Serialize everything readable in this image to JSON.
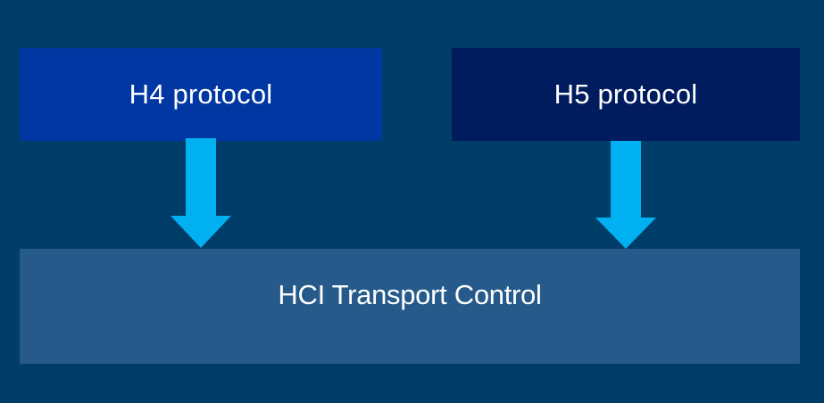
{
  "diagram": {
    "nodes": [
      {
        "id": "h4",
        "label": "H4 protocol",
        "color": "#0037a3"
      },
      {
        "id": "h5",
        "label": "H5 protocol",
        "color": "#001c5f"
      },
      {
        "id": "hci",
        "label": "HCI Transport Control",
        "color": "#255a8a"
      }
    ],
    "edges": [
      {
        "from": "h4",
        "to": "hci",
        "color": "#00b0f0"
      },
      {
        "from": "h5",
        "to": "hci",
        "color": "#00b0f0"
      }
    ],
    "background": "#003d69"
  }
}
